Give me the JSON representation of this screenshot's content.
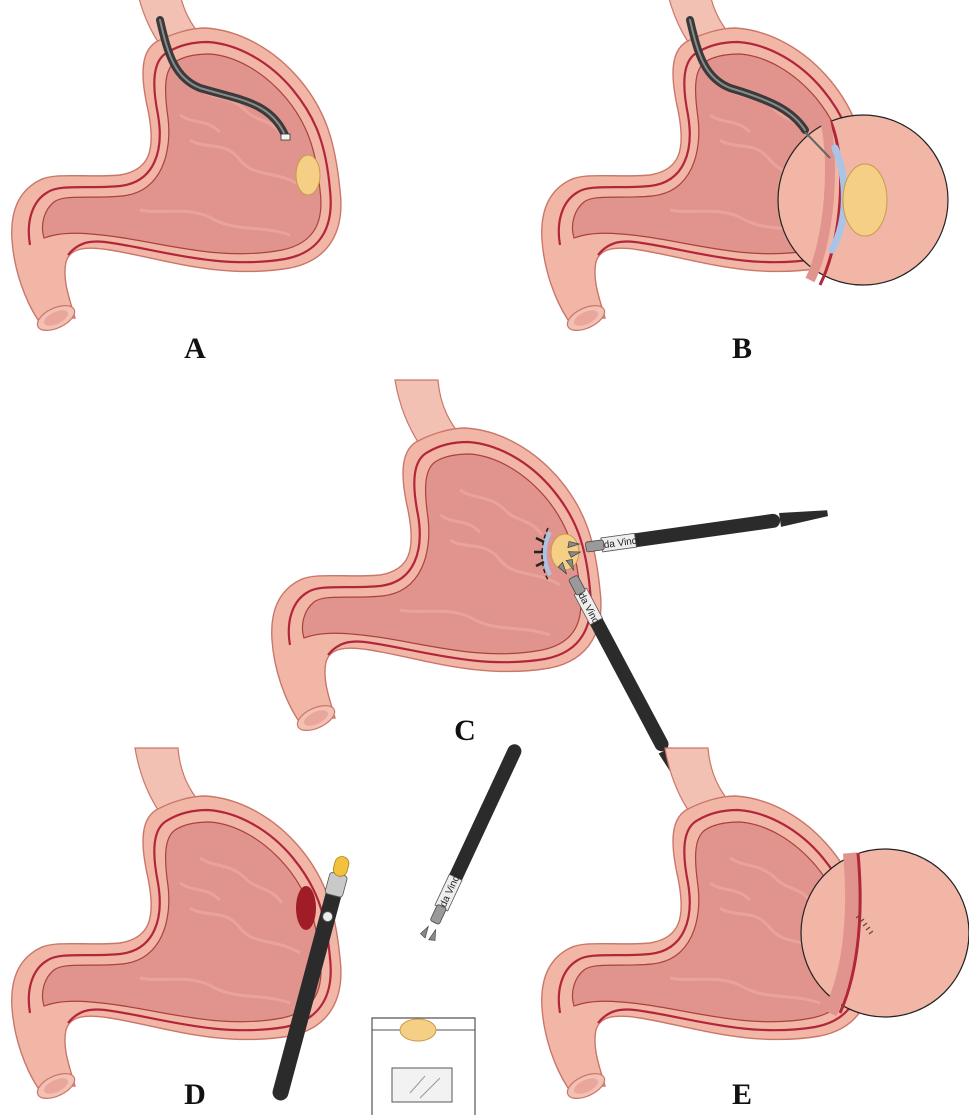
{
  "panels": [
    {
      "id": "A",
      "label": "A"
    },
    {
      "id": "B",
      "label": "B"
    },
    {
      "id": "C",
      "label": "C"
    },
    {
      "id": "D",
      "label": "D"
    },
    {
      "id": "E",
      "label": "E"
    }
  ],
  "instrument_text": "da Vinci",
  "colors": {
    "tissue_outer": "#f2b6a6",
    "tissue_edge": "#c9776a",
    "mucosa": "#d9867e",
    "lumen": "#e0948d",
    "muscle_line": "#b2263a",
    "tumor": "#f6cf86",
    "submucosal_fluid": "#a9c4e6",
    "scope": "#3a3a3a",
    "instrument_shaft": "#2b2b2b",
    "instrument_metal": "#9a9a9a",
    "port_tip": "#f2c23c",
    "bleeding_site": "#a01c26"
  },
  "icons": [
    "endoscope-icon",
    "tumor-icon",
    "da-vinci-instrument-icon",
    "specimen-bag-icon",
    "magnifier-circle-icon",
    "suture-line-icon"
  ]
}
